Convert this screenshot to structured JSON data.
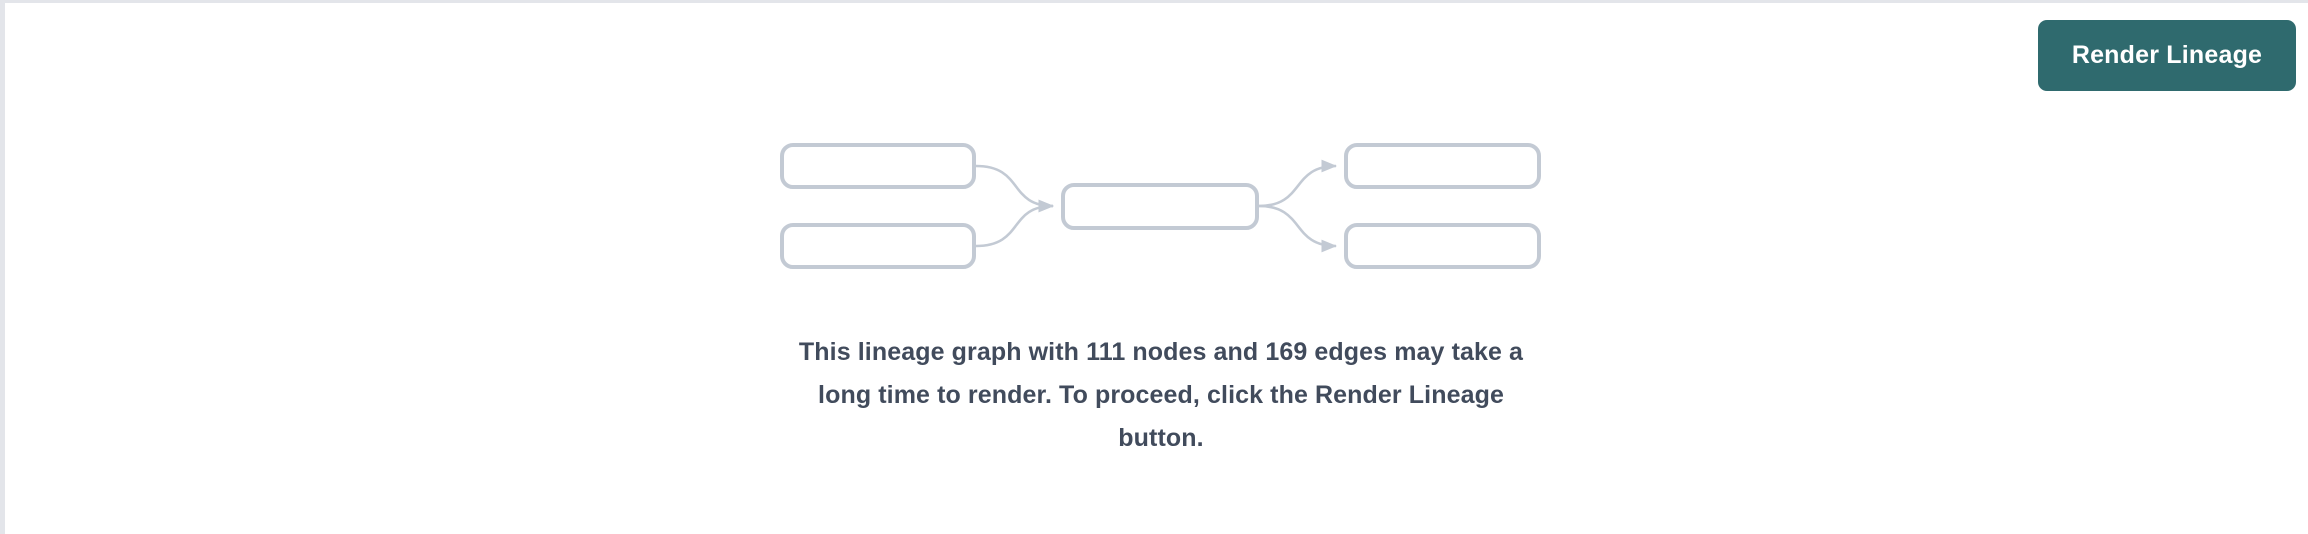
{
  "panel": {
    "background_color": "#ffffff",
    "border_color": "#e3e5ea"
  },
  "toolbar": {
    "render_button_label": "Render Lineage",
    "render_button_color": "#2f6a6e",
    "render_button_text_color": "#ffffff"
  },
  "placeholder_graph": {
    "node_border_color": "#c3cad4",
    "edge_color": "#c3cad4",
    "nodes": [
      {
        "id": "left-top",
        "label": ""
      },
      {
        "id": "left-bottom",
        "label": ""
      },
      {
        "id": "center",
        "label": ""
      },
      {
        "id": "right-top",
        "label": ""
      },
      {
        "id": "right-bottom",
        "label": ""
      }
    ],
    "edges": [
      {
        "from": "left-top",
        "to": "center"
      },
      {
        "from": "left-bottom",
        "to": "center"
      },
      {
        "from": "center",
        "to": "right-top"
      },
      {
        "from": "center",
        "to": "right-bottom"
      }
    ]
  },
  "message": {
    "text": "This lineage graph with 111 nodes and 169 edges may take a long time to render. To proceed, click the Render Lineage button.",
    "node_count": 111,
    "edge_count": 169,
    "text_color": "#414b5c"
  }
}
